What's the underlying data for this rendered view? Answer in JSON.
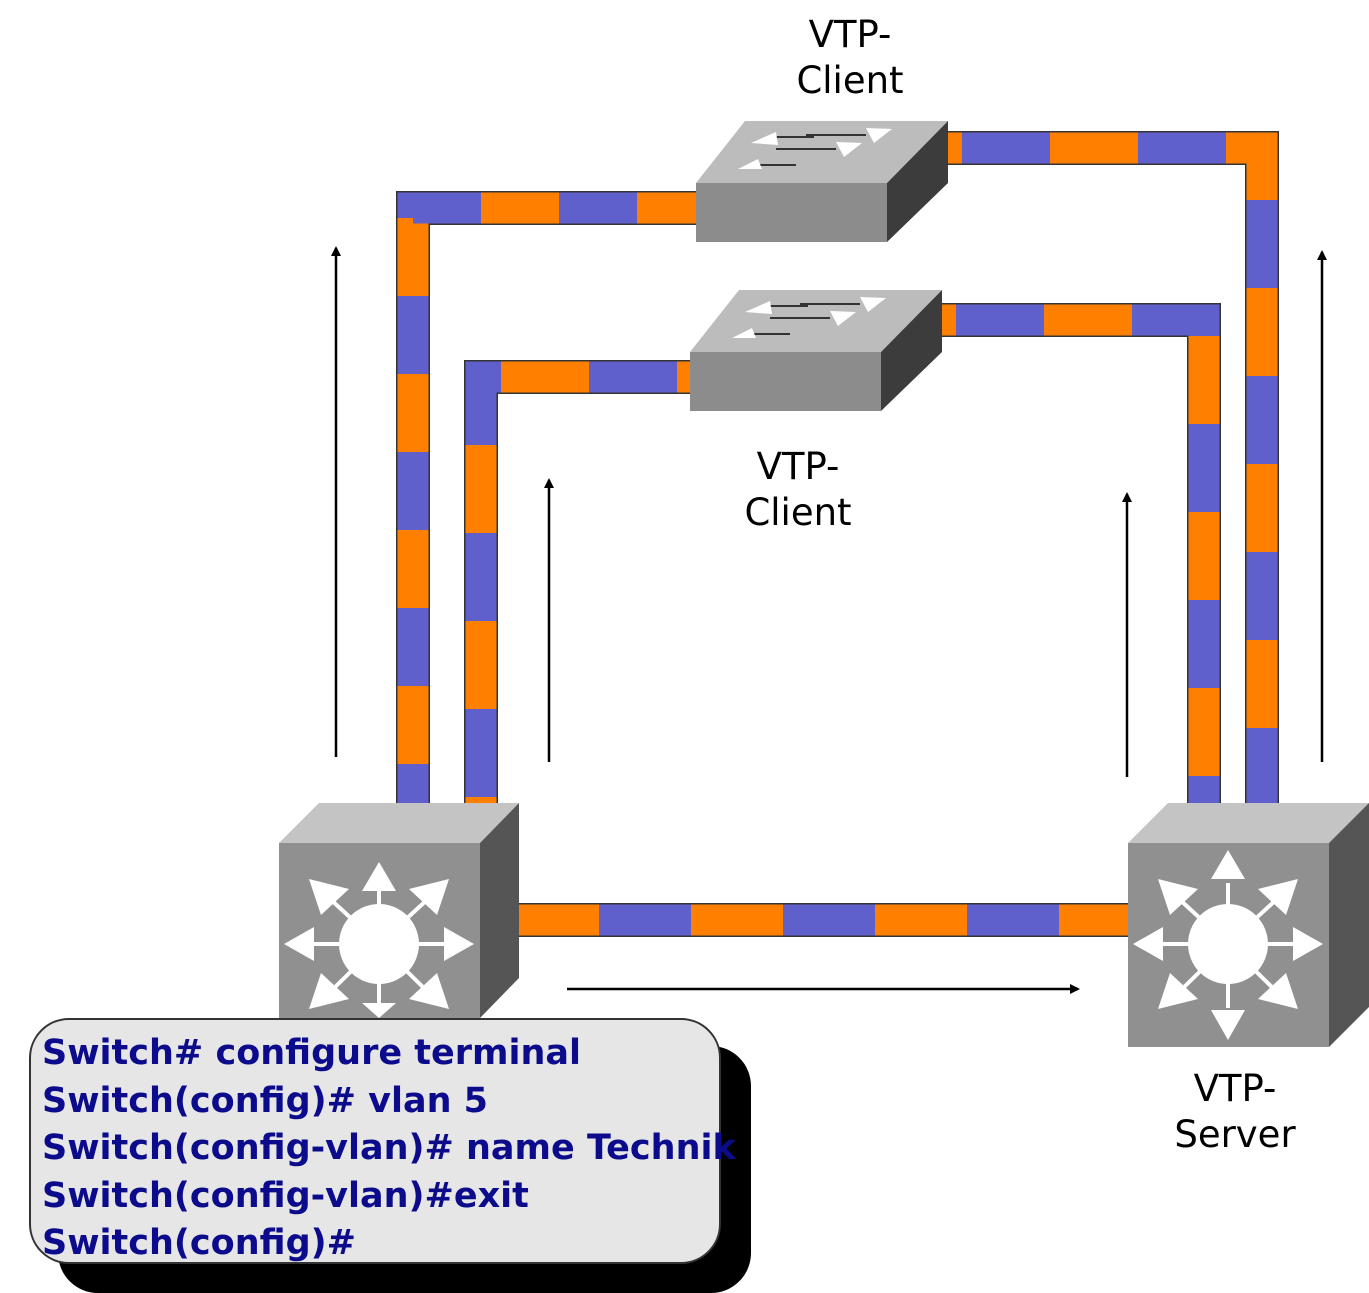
{
  "labels": {
    "top_client": [
      "VTP-",
      "Client"
    ],
    "middle_client": [
      "VTP-",
      "Client"
    ],
    "server": [
      "VTP-",
      "Server"
    ]
  },
  "commands": [
    "Switch# configure terminal",
    "Switch(config)# vlan 5",
    "Switch(config-vlan)# name Technik",
    "Switch(config-vlan)#exit",
    "Switch(config)#"
  ],
  "colors": {
    "trunk_orange": "#ff8000",
    "trunk_blue": "#6060cc",
    "command_text": "#0b0b8c",
    "command_box": "#e6e6e6"
  },
  "icons": [
    "multilayer-switch-icon",
    "workgroup-switch-icon",
    "arrow-icon"
  ]
}
